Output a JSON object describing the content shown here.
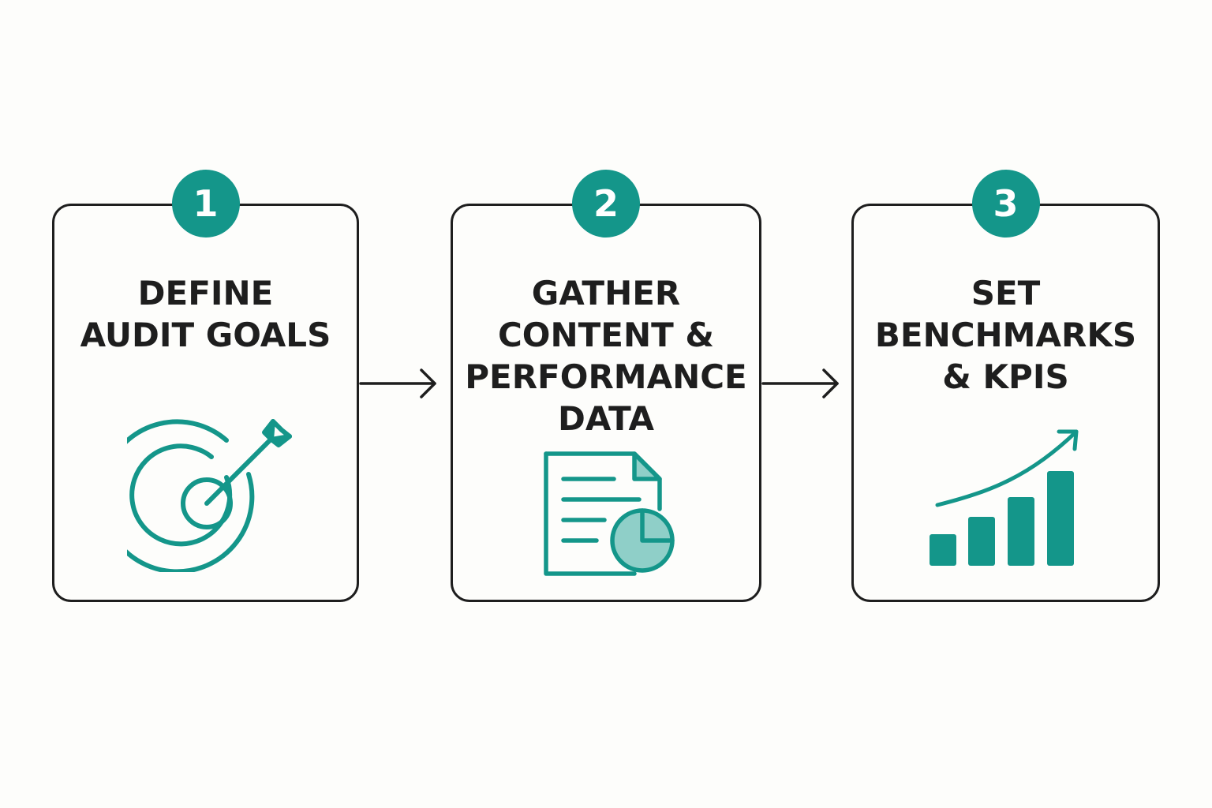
{
  "colors": {
    "accent": "#14968a",
    "accent_light": "#8fcfc8",
    "stroke": "#1e1e1e",
    "background": "#fdfdfb"
  },
  "steps": [
    {
      "number": "1",
      "title_lines": [
        "DEFINE",
        "AUDIT GOALS"
      ],
      "icon": "target-icon"
    },
    {
      "number": "2",
      "title_lines": [
        "GATHER",
        "CONTENT &",
        "PERFORMANCE",
        "DATA"
      ],
      "icon": "document-chart-icon"
    },
    {
      "number": "3",
      "title_lines": [
        "SET",
        "BENCHMARKS",
        "& KPIS"
      ],
      "icon": "growth-chart-icon"
    }
  ],
  "connectors": [
    "arrow-right-icon",
    "arrow-right-icon"
  ]
}
